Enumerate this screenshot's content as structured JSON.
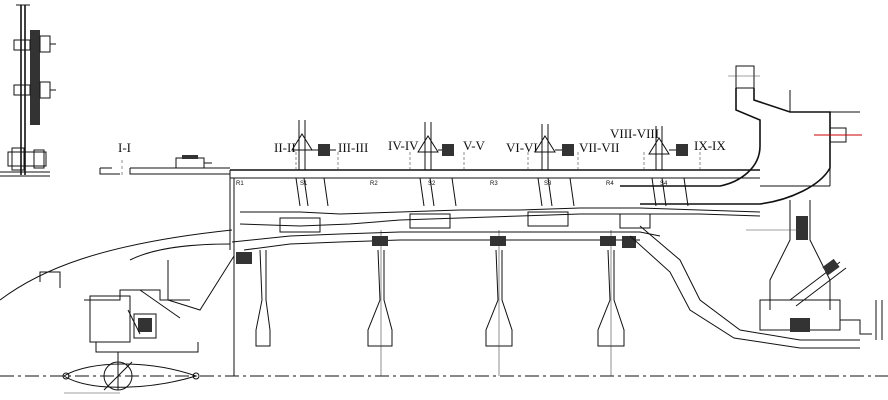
{
  "sections": [
    "I-I",
    "II-II",
    "III-III",
    "IV-IV",
    "V-V",
    "VI-VI",
    "VII-VII",
    "VIII-VIII",
    "IX-IX"
  ],
  "rotor_labels": [
    "R1",
    "S1",
    "R2",
    "S2",
    "R3",
    "S3",
    "R4",
    "S4"
  ],
  "colors": {
    "line": "#111111",
    "background": "#ffffff",
    "accent": "#cc0000"
  }
}
